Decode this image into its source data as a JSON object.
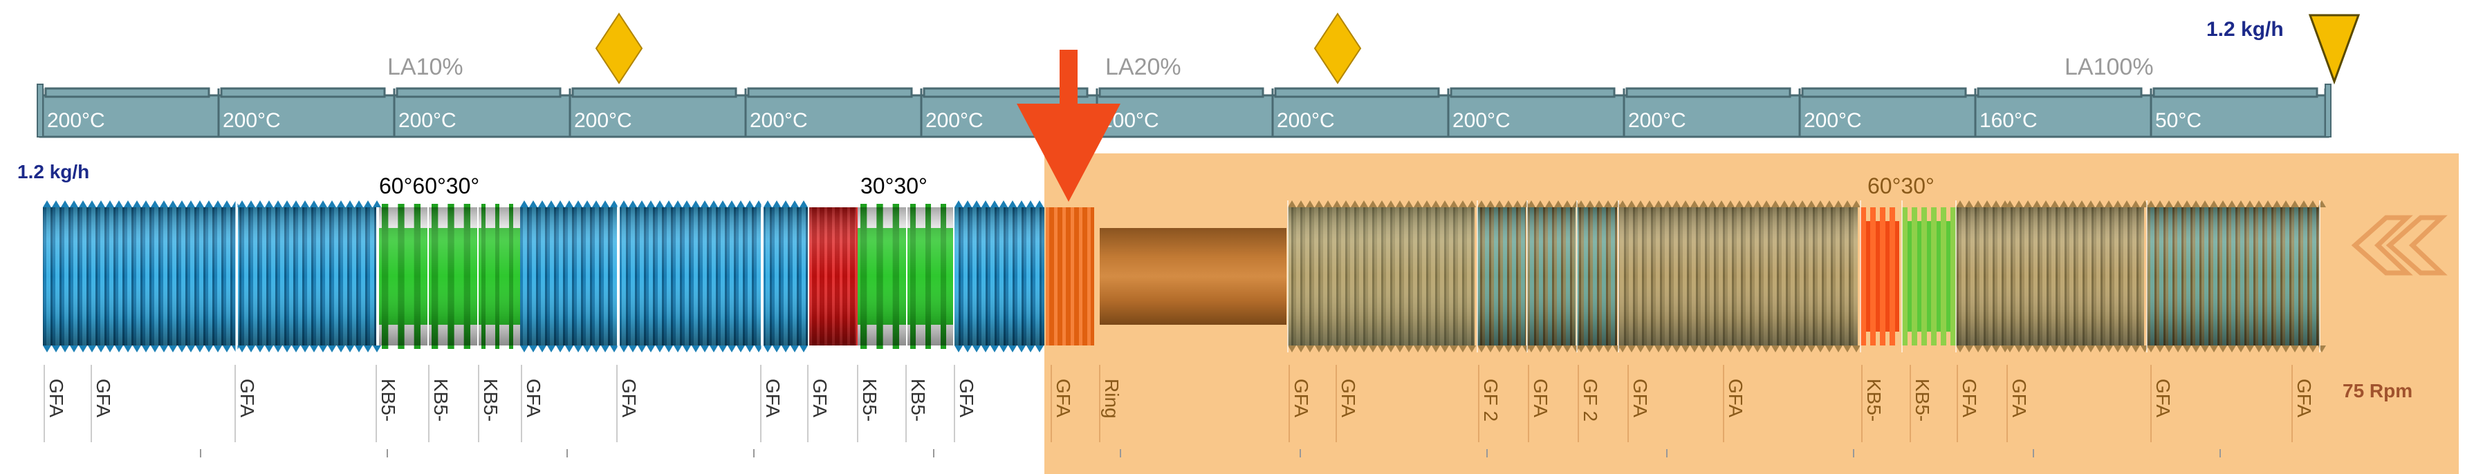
{
  "feed": {
    "rate_top": "1.2 kg/h",
    "rate_left": "1.2 kg/h"
  },
  "zones": [
    {
      "label": "LA10%"
    },
    {
      "label": "LA20%"
    },
    {
      "label": "LA100%"
    }
  ],
  "barrel_temps": [
    "200°C",
    "200°C",
    "200°C",
    "200°C",
    "200°C",
    "200°C",
    "200°C",
    "200°C",
    "200°C",
    "200°C",
    "200°C",
    "160°C",
    "50°C"
  ],
  "angles": {
    "group1": "60°60°30°",
    "group2": "30°30°",
    "group3": "60°30°"
  },
  "element_labels": [
    "GFA",
    "GFA",
    "GFA",
    "KB5-",
    "KB5-",
    "KB5-",
    "GFA",
    "GFA",
    "GFA",
    "GFA",
    "KB5-",
    "KB5-",
    "GFA",
    "GFA",
    "Ring",
    "GFA",
    "GFA",
    "GF 2",
    "GFA",
    "GF 2",
    "GFA",
    "GFA",
    "KB5-",
    "KB5-",
    "GFA",
    "GFA",
    "GFA",
    "GFA"
  ],
  "speed": "75 Rpm",
  "colors": {
    "barrel": "#7fa8b0",
    "screw_blue": "#1e90c8",
    "kneading_green": "#33cc33",
    "reverse_red": "#c81414",
    "orange_panel": "#f9c78a",
    "marker_red": "#f04a1a",
    "diamond": "#f5bd00"
  },
  "icons": [
    "feed-diamond-icon",
    "feed-triangle-icon",
    "injection-arrow-icon",
    "rotation-chevron-icon"
  ]
}
